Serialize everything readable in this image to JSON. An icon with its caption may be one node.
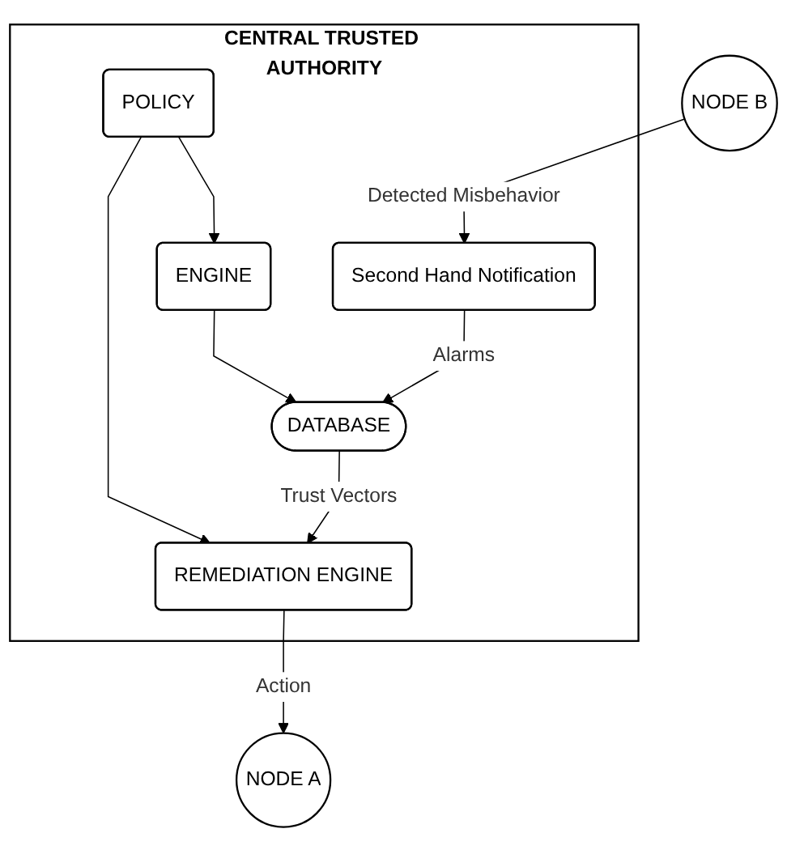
{
  "diagram": {
    "nodes": [
      {
        "text": [
          "CENTRAL TRUSTED AUTHORITY"
        ]
      },
      {
        "text": [
          "ENGINE"
        ],
        "in": 0
      },
      {
        "text": [
          "POLICY"
        ],
        "in": 0
      },
      {
        "text": [
          "DATABASE"
        ],
        "in": 0
      },
      {
        "text": [
          "REMEDIATION ENGINE"
        ],
        "in": 0
      },
      {
        "text": [
          "Second Hand Notification"
        ],
        "in": 0
      },
      {
        "text": [
          "NODE A"
        ]
      },
      {
        "text": [
          "NODE B"
        ]
      }
    ],
    "edges": [
      {
        "from": 2,
        "to": 1,
        "arrow": "to"
      },
      {
        "from": 1,
        "to": 3,
        "arrow": "to"
      },
      {
        "from": 2,
        "to": 4,
        "arrow": "to"
      },
      {
        "from": 3,
        "to": 4,
        "arrow": "to",
        "label": "Trust Vectors"
      },
      {
        "from": 5,
        "to": 3,
        "arrow": "to",
        "label": "Alarms"
      },
      {
        "from": 4,
        "to": 6,
        "arrow": "to",
        "label": "Action"
      },
      {
        "from": 7,
        "to": 5,
        "arrow": "to",
        "label": "Detected Misbehavior"
      }
    ]
  }
}
